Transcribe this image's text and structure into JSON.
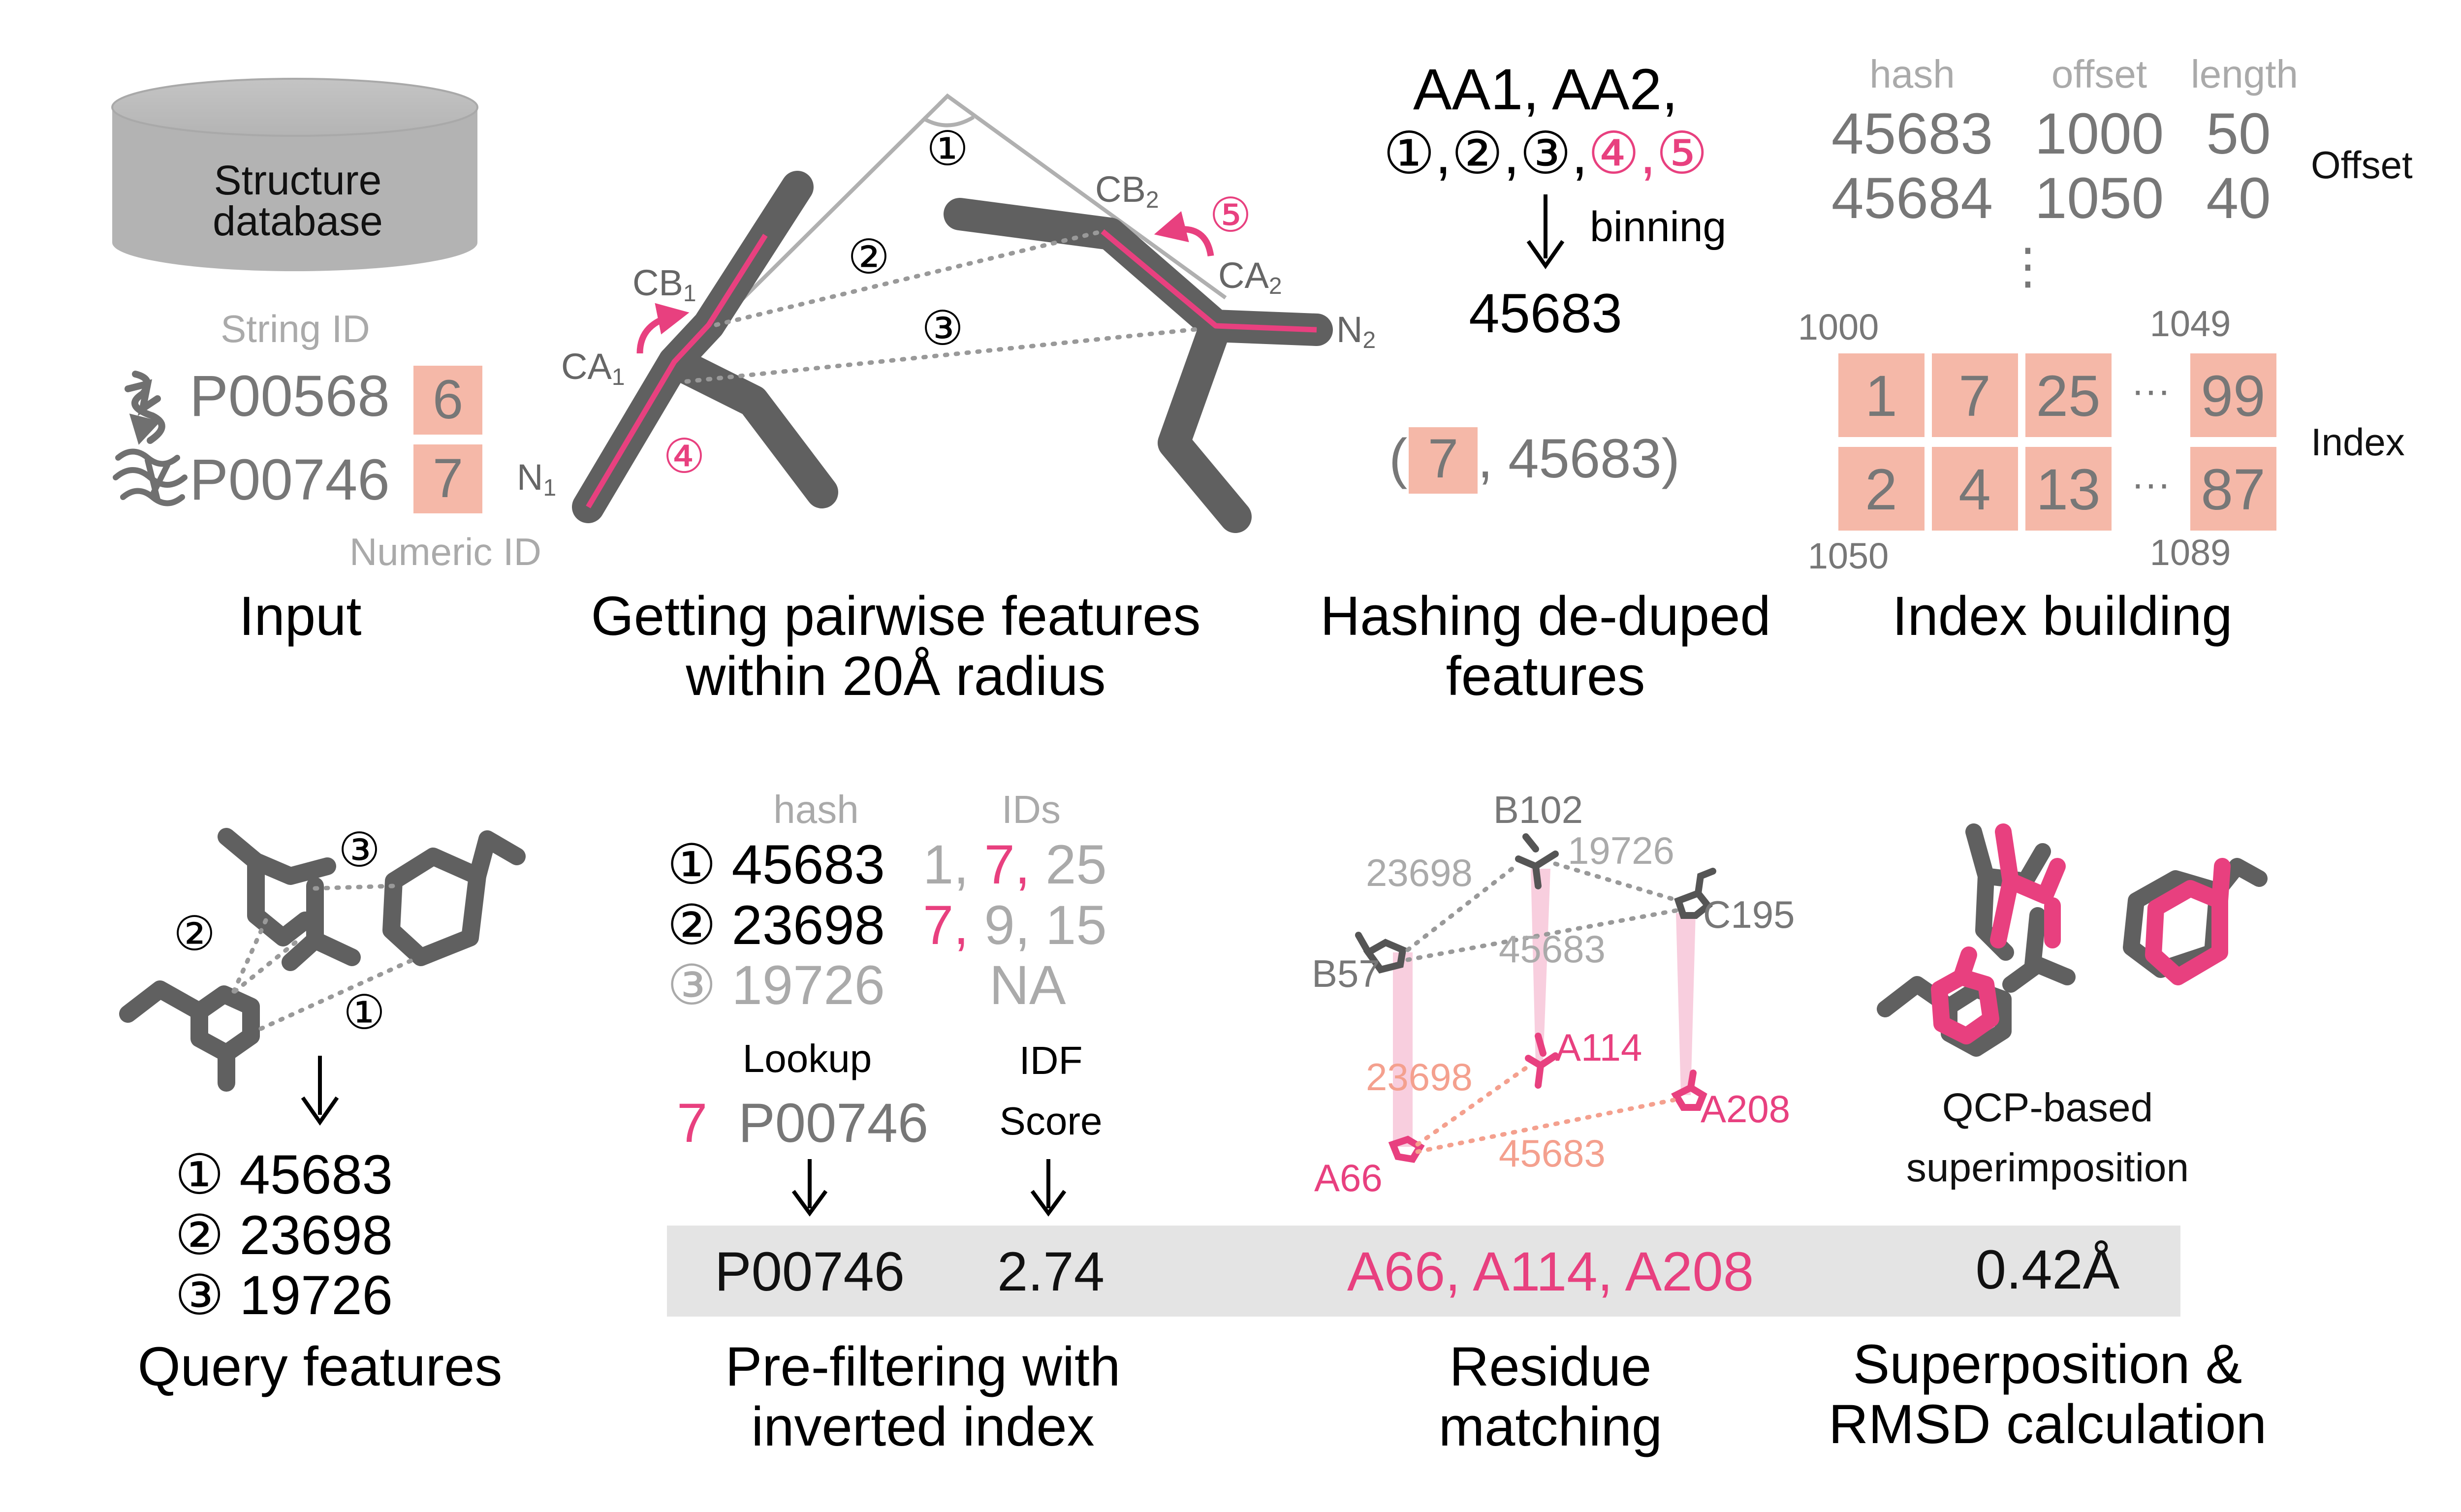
{
  "colors": {
    "pink": "#e8407f",
    "salmon": "#f4a08e",
    "tile": "#f5b8a8",
    "grey": "#606060",
    "band": "#e4e4e4"
  },
  "icons": [
    "database-cylinder-icon",
    "protein-ribbon-icon",
    "amino-acid-skeleton-icon",
    "rotation-arrow-icon",
    "down-arrow-icon"
  ],
  "input": {
    "db_label_1": "Structure",
    "db_label_2": "database",
    "string_id_label": "String ID",
    "numeric_id_label": "Numeric ID",
    "rows": [
      {
        "string_id": "P00568",
        "numeric_id": "6"
      },
      {
        "string_id": "P00746",
        "numeric_id": "7"
      }
    ],
    "caption": "Input"
  },
  "pairwise": {
    "atoms": {
      "cb1": "CB",
      "ca1": "CA",
      "n1": "N",
      "cb2": "CB",
      "ca2": "CA",
      "n2": "N"
    },
    "subscripts": {
      "one": "1",
      "two": "2"
    },
    "marks": {
      "m1": "①",
      "m2": "②",
      "m3": "③",
      "m4": "④",
      "m5": "⑤"
    },
    "caption_1": "Getting pairwise features",
    "caption_2": "within 20Å radius"
  },
  "hashing": {
    "line1": "AA1, AA2,",
    "line2_black": "①,②,③,",
    "line2_pink": "④,⑤",
    "binning": "binning",
    "hash": "45683",
    "tuple_open": "(",
    "tuple_id": "7",
    "tuple_rest": ", 45683)",
    "caption_1": "Hashing de-duped",
    "caption_2": "features"
  },
  "index": {
    "headers": [
      "hash",
      "offset",
      "length"
    ],
    "rows": [
      [
        "45683",
        "1000",
        "50"
      ],
      [
        "45684",
        "1050",
        "40"
      ]
    ],
    "offset_label": "Offset",
    "index_label": "Index",
    "row1": [
      "1",
      "7",
      "25",
      "99"
    ],
    "row2": [
      "2",
      "4",
      "13",
      "87"
    ],
    "ellipsis": "···",
    "vellipsis": "⋮",
    "pos": {
      "r1_start": "1000",
      "r1_end": "1049",
      "r2_start": "1050",
      "r2_end": "1089"
    },
    "caption": "Index building"
  },
  "query": {
    "marks": {
      "m1": "①",
      "m2": "②",
      "m3": "③"
    },
    "hashes": [
      "① 45683",
      "② 23698",
      "③ 19726"
    ],
    "caption": "Query features"
  },
  "prefilter": {
    "hash_label": "hash",
    "ids_label": "IDs",
    "rows": [
      {
        "hash": "① 45683",
        "ids_a": "1, ",
        "ids_b": "7, ",
        "ids_c": "25"
      },
      {
        "hash": "② 23698",
        "ids_a": "",
        "ids_b": "7, ",
        "ids_c": "9, 15"
      },
      {
        "hash": "③ 19726",
        "ids_a": "",
        "ids_b": "",
        "ids_c": "NA"
      }
    ],
    "lookup_label": "Lookup",
    "lookup_num": "7",
    "lookup_id": "P00746",
    "idf_1": "IDF",
    "idf_2": "Score",
    "result_id": "P00746",
    "result_score": "2.74",
    "caption_1": "Pre-filtering with",
    "caption_2": "inverted index"
  },
  "residue": {
    "residues_top": [
      "B102",
      "C195",
      "B57"
    ],
    "residues_bottom": [
      "A114",
      "A208",
      "A66"
    ],
    "top_hashes": [
      "23698",
      "19726",
      "45683"
    ],
    "bottom_hashes": [
      "23698",
      "45683"
    ],
    "result": "A66, A114, A208",
    "caption_1": "Residue",
    "caption_2": "matching"
  },
  "superposition": {
    "method_1": "QCP-based",
    "method_2": "superimposition",
    "result": "0.42Å",
    "caption_1": "Superposition &",
    "caption_2": "RMSD calculation"
  }
}
